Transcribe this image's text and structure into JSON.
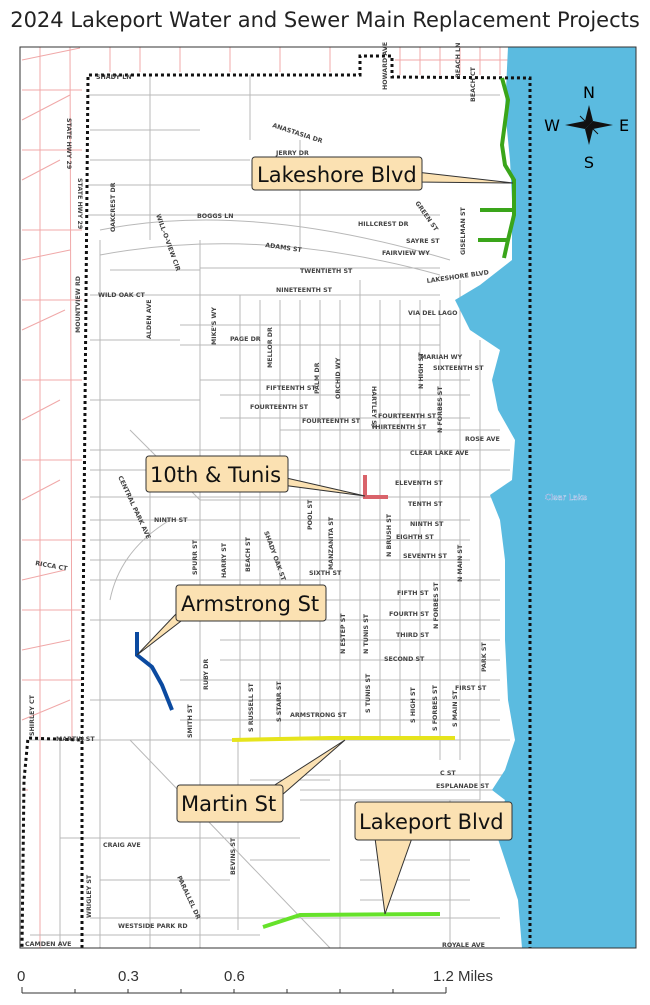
{
  "title": "2024 Lakeport Water and Sewer Main Replacement Projects",
  "colors": {
    "lake": "#5bbbe0",
    "lakeshore_blvd": "#3aa51a",
    "tenth_tunis": "#d9636a",
    "armstrong": "#0b4aa0",
    "martin": "#e6e41c",
    "lakeport_blvd": "#66e22a",
    "callout": "#fbe1b2",
    "parcels_outside": "#f0a8a8"
  },
  "callouts": {
    "lakeshore": "Lakeshore Blvd",
    "tenth_tunis": "10th & Tunis",
    "armstrong": "Armstrong St",
    "martin": "Martin St",
    "lakeport": "Lakeport Blvd"
  },
  "compass": {
    "n": "N",
    "s": "S",
    "e": "E",
    "w": "W"
  },
  "water_label": "Clear Lake",
  "scale": {
    "labels": [
      "0",
      "0.3",
      "0.6",
      "1.2"
    ],
    "unit": "Miles"
  },
  "streets": [
    "SHADY LN",
    "HOWARD AVE",
    "BEACH LN",
    "BEACH CT",
    "ANASTASIA DR",
    "JERRY DR",
    "STATE HWY 29",
    "STATE HWY 29",
    "OAKCREST DR",
    "BOGGS LN",
    "WILL-O-VIEW CIR",
    "ADAMS ST",
    "HILLCREST DR",
    "GREEN ST",
    "SAYRE ST",
    "FAIRVIEW WY",
    "GISELMAN ST",
    "TWENTIETH ST",
    "LAKESHORE BLVD",
    "WILD OAK CT",
    "NINETEENTH ST",
    "MOUNTVIEW RD",
    "VIA DEL LAGO",
    "ALDEN AVE",
    "MIKE'S WY",
    "PAGE DR",
    "MELLOR DR",
    "MARIAH WY",
    "SIXTEENTH ST",
    "PALM DR",
    "ORCHID WY",
    "HARTLEY ST",
    "N HIGH ST",
    "FIFTEENTH ST",
    "FOURTEENTH ST",
    "FOURTEENTH ST",
    "FOURTEENTH ST",
    "THIRTEENTH ST",
    "N FORBES ST",
    "ROSE AVE",
    "CLEAR LAKE AVE",
    "ELEVENTH ST",
    "TENTH ST",
    "CENTRAL PARK AVE",
    "NINTH ST",
    "NINTH ST",
    "EIGHTH ST",
    "SEVENTH ST",
    "POOL ST",
    "N BRUSH ST",
    "SPURR ST",
    "HARRY ST",
    "BEACH ST",
    "SHADY OAK ST",
    "MANZANITA ST",
    "SIXTH ST",
    "N MAIN ST",
    "RICCA CT",
    "FIFTH ST",
    "FOURTH ST",
    "N FORBES ST",
    "THIRD ST",
    "N ESTEP ST",
    "N TUNIS ST",
    "SECOND ST",
    "PARK ST",
    "FIRST ST",
    "RUBY DR",
    "S RUSSELL ST",
    "S STARR ST",
    "ARMSTRONG ST",
    "S TUNIS ST",
    "S HIGH ST",
    "S FORBES ST",
    "S MAIN ST",
    "SMITH ST",
    "SHIRLEY CT",
    "MARTIN ST",
    "C ST",
    "ESPLANADE ST",
    "BEVINS ST",
    "CRAIG AVE",
    "WRIGLEY ST",
    "PARALLEL DR",
    "WESTSIDE PARK RD",
    "CAMDEN AVE",
    "ROYALE AVE"
  ]
}
